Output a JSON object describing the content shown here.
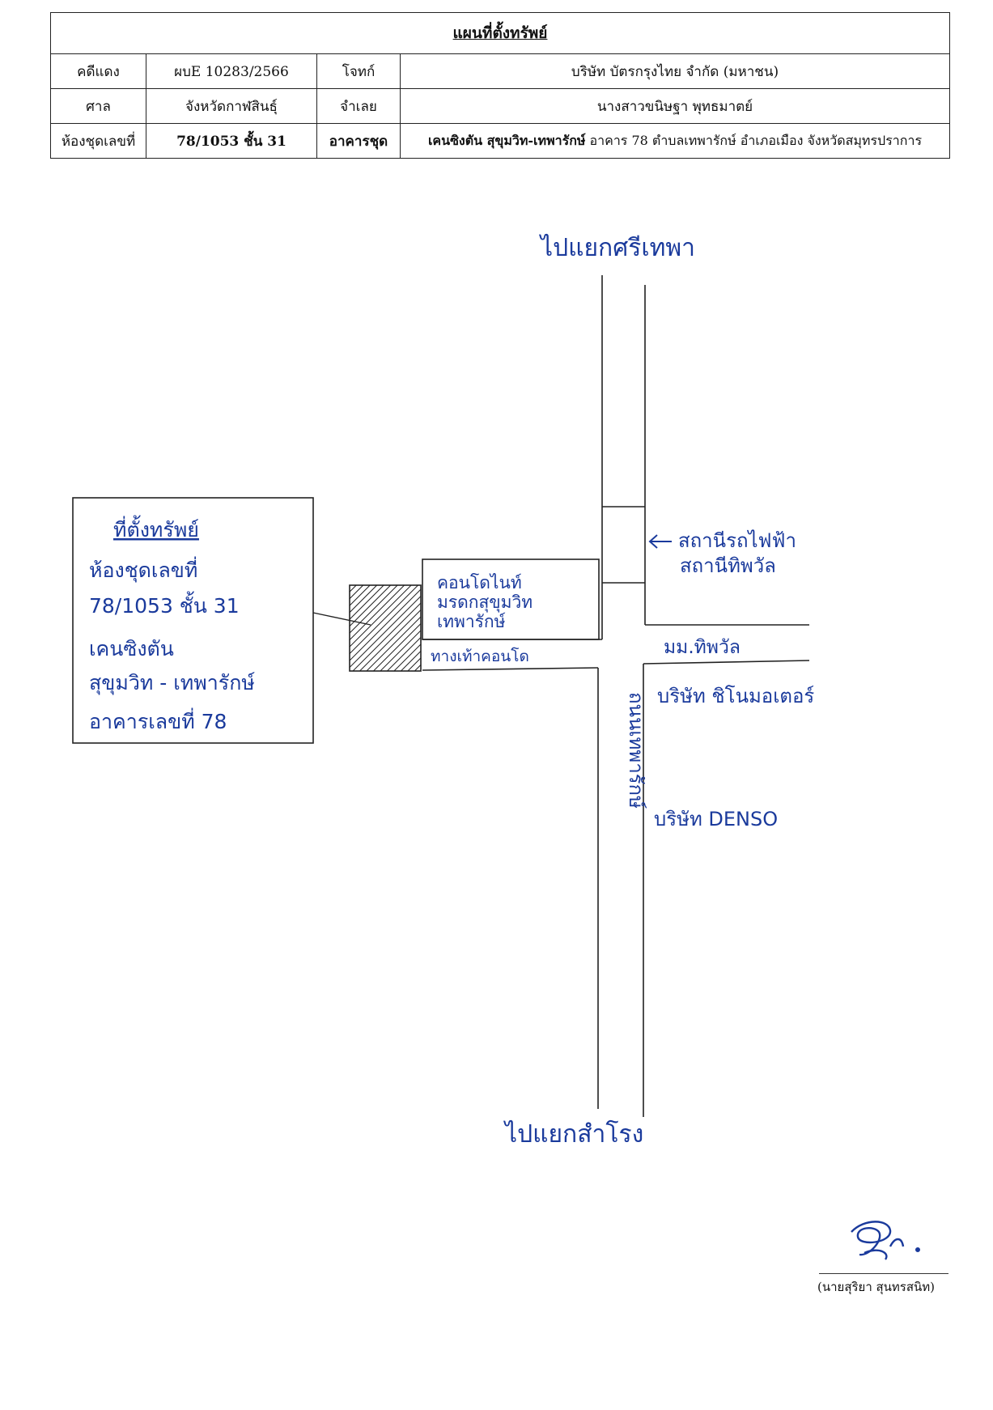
{
  "header": {
    "title": "แผนที่ตั้งทรัพย์",
    "rows": [
      {
        "l1": "คดีแดง",
        "v1": "ผบE 10283/2566",
        "l2": "โจทก์",
        "v2": "บริษัท บัตรกรุงไทย จำกัด (มหาชน)"
      },
      {
        "l1": "ศาล",
        "v1": "จังหวัดกาฬสินธุ์",
        "l2": "จำเลย",
        "v2": "นางสาวขนิษฐา พุทธมาตย์"
      },
      {
        "l1": "ห้องชุดเลขที่",
        "v1": "78/1053 ชั้น 31",
        "l2": "อาคารชุด",
        "v2_bold": "เคนซิงตัน สุขุมวิท-เทพารักษ์",
        "v2_rest": " อาคาร 78 ตำบลเทพารักษ์ อำเภอเมือง จังหวัดสมุทรปราการ"
      }
    ]
  },
  "map": {
    "top_direction": "ไปแยกศรีเทพา",
    "bottom_direction": "ไปแยกสำโรง",
    "main_road": "ถนนเทพารักษ์",
    "station_line1": "สถานีรถไฟฟ้า",
    "station_line2": "สถานีทิพวัล",
    "condo_label_line1": "คอนโดไนท์",
    "condo_label_line2": "มรดกสุขุมวิท",
    "condo_label_line3": "เทพารักษ์",
    "walkway_label": "ทางเท้าคอนโด",
    "village_label": "มม.ทิพวัล",
    "company1_label": "บริษัท ชิโนมอเตอร์",
    "company2_label": "บริษัท DENSO",
    "box": {
      "title": "ที่ตั้งทรัพย์",
      "line1": "ห้องชุดเลขที่",
      "line2": "78/1053 ชั้น 31",
      "line3": "เคนซิงตัน",
      "line4": "สุขุมวิท - เทพารักษ์",
      "line5": "อาคารเลขที่ 78"
    }
  },
  "signature": {
    "name": "(นายสุริยา สุนทรสนิท)"
  },
  "colors": {
    "ink": "#1a3a9c",
    "line": "#222222"
  }
}
